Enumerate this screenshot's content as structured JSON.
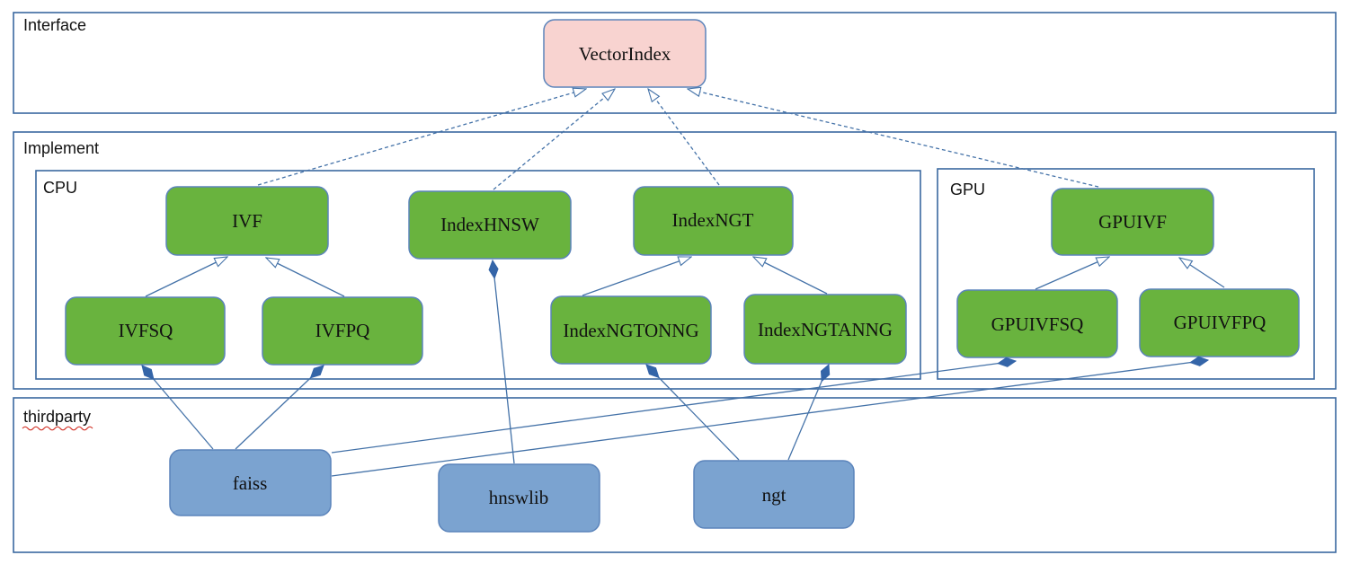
{
  "diagram": {
    "containers": {
      "interface": {
        "label": "Interface"
      },
      "implement": {
        "label": "Implement"
      },
      "cpu": {
        "label": "CPU"
      },
      "gpu": {
        "label": "GPU"
      },
      "thirdparty": {
        "label": "thirdparty",
        "spellcheck_underline": true
      }
    },
    "nodes": {
      "vectorindex": {
        "label": "VectorIndex",
        "fill": "#f8d3d0",
        "group": "interface"
      },
      "ivf": {
        "label": "IVF",
        "fill": "#69b33e",
        "group": "cpu"
      },
      "indexhnsw": {
        "label": "IndexHNSW",
        "fill": "#69b33e",
        "group": "cpu"
      },
      "indexngt": {
        "label": "IndexNGT",
        "fill": "#69b33e",
        "group": "cpu"
      },
      "ivfsq": {
        "label": "IVFSQ",
        "fill": "#69b33e",
        "group": "cpu"
      },
      "ivfpq": {
        "label": "IVFPQ",
        "fill": "#69b33e",
        "group": "cpu"
      },
      "indexngtonng": {
        "label": "IndexNGTONNG",
        "fill": "#69b33e",
        "group": "cpu"
      },
      "indexngtanng": {
        "label": "IndexNGTANNG",
        "fill": "#69b33e",
        "group": "cpu"
      },
      "gpuivf": {
        "label": "GPUIVF",
        "fill": "#69b33e",
        "group": "gpu"
      },
      "gpuivfsq": {
        "label": "GPUIVFSQ",
        "fill": "#69b33e",
        "group": "gpu"
      },
      "gpuivfpq": {
        "label": "GPUIVFPQ",
        "fill": "#69b33e",
        "group": "gpu"
      },
      "faiss": {
        "label": "faiss",
        "fill": "#7ba3d0",
        "group": "thirdparty"
      },
      "hnswlib": {
        "label": "hnswlib",
        "fill": "#7ba3d0",
        "group": "thirdparty"
      },
      "ngt": {
        "label": "ngt",
        "fill": "#7ba3d0",
        "group": "thirdparty"
      }
    },
    "edges": [
      {
        "from": "IVF",
        "to": "VectorIndex",
        "type": "realization"
      },
      {
        "from": "IndexHNSW",
        "to": "VectorIndex",
        "type": "realization"
      },
      {
        "from": "IndexNGT",
        "to": "VectorIndex",
        "type": "realization"
      },
      {
        "from": "GPUIVF",
        "to": "VectorIndex",
        "type": "realization"
      },
      {
        "from": "IVFSQ",
        "to": "IVF",
        "type": "generalization"
      },
      {
        "from": "IVFPQ",
        "to": "IVF",
        "type": "generalization"
      },
      {
        "from": "IndexNGTONNG",
        "to": "IndexNGT",
        "type": "generalization"
      },
      {
        "from": "IndexNGTANNG",
        "to": "IndexNGT",
        "type": "generalization"
      },
      {
        "from": "GPUIVFSQ",
        "to": "GPUIVF",
        "type": "generalization"
      },
      {
        "from": "GPUIVFPQ",
        "to": "GPUIVF",
        "type": "generalization"
      },
      {
        "from": "faiss",
        "to": "IVFSQ",
        "type": "composition"
      },
      {
        "from": "faiss",
        "to": "IVFPQ",
        "type": "composition"
      },
      {
        "from": "hnswlib",
        "to": "IndexHNSW",
        "type": "composition"
      },
      {
        "from": "ngt",
        "to": "IndexNGTONNG",
        "type": "composition"
      },
      {
        "from": "ngt",
        "to": "IndexNGTANNG",
        "type": "composition"
      },
      {
        "from": "faiss",
        "to": "GPUIVFSQ",
        "type": "composition"
      },
      {
        "from": "faiss",
        "to": "GPUIVFPQ",
        "type": "composition"
      }
    ],
    "colors": {
      "line": "#4472a8",
      "container_border": "#3a68a0",
      "node_border": "#5b84bb",
      "node_green": "#69b33e",
      "node_pink": "#f8d3d0",
      "node_blue": "#7ba3d0",
      "diamond_fill": "#3465a8",
      "spellcheck_red": "#d02b20",
      "text": "#000000"
    }
  }
}
